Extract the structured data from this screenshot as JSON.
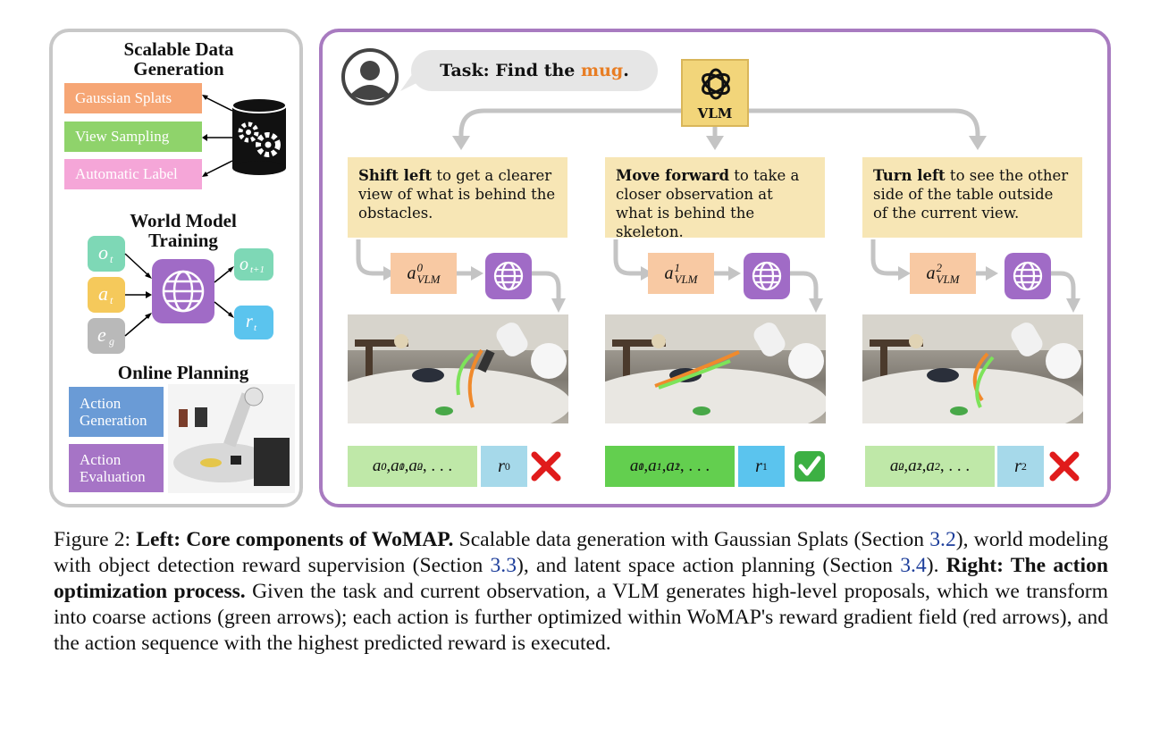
{
  "left_panel": {
    "data_gen": {
      "title": "Scalable Data Generation",
      "items": [
        {
          "label": "Gaussian Splats",
          "color": "#f6a675"
        },
        {
          "label": "View Sampling",
          "color": "#8fd36b"
        },
        {
          "label": "Automatic Label",
          "color": "#f5a6d8"
        }
      ]
    },
    "world_model": {
      "title": "World Model Training",
      "inputs": [
        {
          "label": "o_t",
          "color": "#7ed8b6"
        },
        {
          "label": "a_t",
          "color": "#f5c95b"
        },
        {
          "label": "e_g",
          "color": "#b9b9b9"
        }
      ],
      "outputs": [
        {
          "label": "o_t+1",
          "color": "#7ed8b6"
        },
        {
          "label": "r_t",
          "color": "#5bc4ee"
        }
      ]
    },
    "online_planning": {
      "title": "Online Planning",
      "items": [
        {
          "label": "Action Generation",
          "color": "#6a9bd6"
        },
        {
          "label": "Action Evaluation",
          "color": "#a674c6"
        }
      ]
    }
  },
  "right_panel": {
    "task_prefix": "Task: Find the ",
    "task_object": "mug",
    "task_suffix": ".",
    "vlm_label": "VLM",
    "proposals": [
      {
        "bold": "Shift left",
        "rest": " to get a clearer view of what is behind the obstacles.",
        "action": "a",
        "index": "0",
        "sub": "VLM",
        "reward_sup": "0",
        "outcome": "fail",
        "seq_color": "#bfe8a8"
      },
      {
        "bold": "Move forward",
        "rest": " to take a closer observation at what is behind the skeleton.",
        "action": "a",
        "index": "1",
        "sub": "VLM",
        "reward_sup": "1",
        "outcome": "success",
        "seq_color": "#63cf4f"
      },
      {
        "bold": "Turn left",
        "rest": " to see the other side of the table outside of the current view.",
        "action": "a",
        "index": "2",
        "sub": "VLM",
        "reward_sup": "2",
        "outcome": "fail",
        "seq_color": "#bfe8a8"
      }
    ],
    "seq_suffix": ", . . .",
    "reward_symbol": "r"
  },
  "caption": {
    "fig": "Figure 2: ",
    "left_bold": "Left: Core components of WoMAP.",
    "t1": " Scalable data generation with Gaussian Splats (Section ",
    "ref1": "3.2",
    "t2": "), world modeling with object detection reward supervision (Section ",
    "ref2": "3.3",
    "t3": "), and latent space action planning (Section ",
    "ref3": "3.4",
    "t4": "). ",
    "right_bold": "Right: The action optimization process.",
    "t5": " Given the task and current observation, a VLM generates high-level proposals, which we transform into coarse actions (green arrows); each action is further optimized within WoMAP's reward gradient field (red arrows), and the action sequence with the highest predicted reward is executed."
  },
  "colors": {
    "left_border": "#c8c8c8",
    "right_border": "#a87bc0",
    "vlm_box": "#f2d57a",
    "globe_box": "#a06bc6",
    "proposal_bg": "#f7e6b5",
    "action_bg": "#f8c9a3",
    "reward_bg": "#a6d9ea",
    "arrow_gray": "#c4c4c4",
    "green_arrow": "#7de35a",
    "orange_arrow": "#f08a2c"
  }
}
